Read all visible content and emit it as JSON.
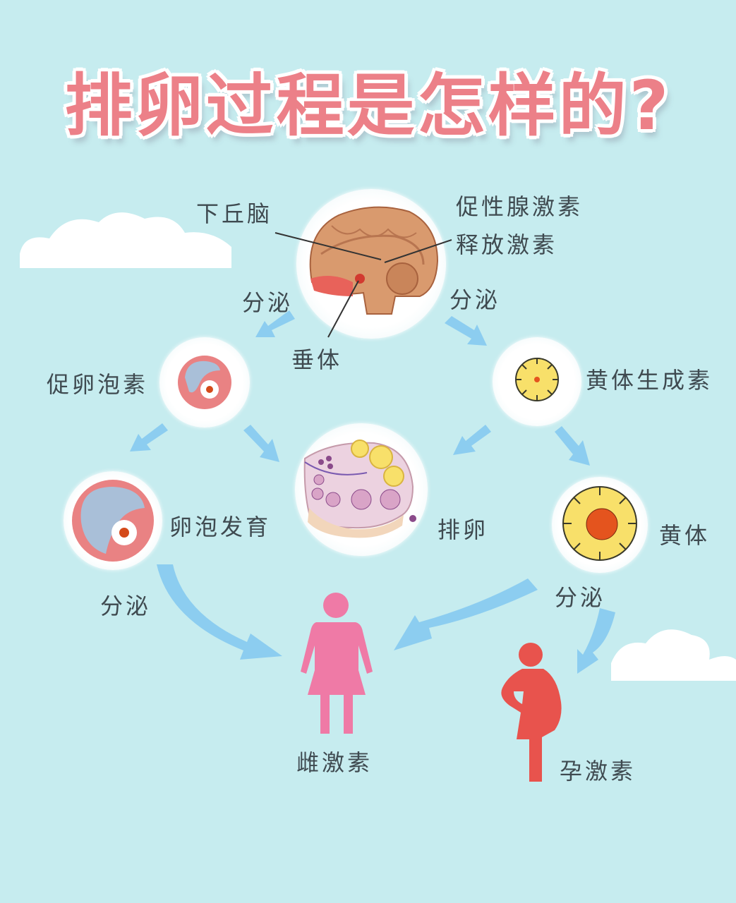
{
  "title": "排卵过程是怎样的?",
  "nodes": {
    "brain": {
      "label_hypothalamus": "下丘脑",
      "label_pituitary": "垂体",
      "label_gnrh_line1": "促性腺激素",
      "label_gnrh_line2": "释放激素"
    },
    "fsh": {
      "label": "促卵泡素"
    },
    "lh": {
      "label": "黄体生成素"
    },
    "follicle": {
      "label": "卵泡发育"
    },
    "ovulation": {
      "label": "排卵"
    },
    "corpus_luteum": {
      "label": "黄体"
    },
    "estrogen": {
      "label": "雌激素"
    },
    "progesterone": {
      "label": "孕激素"
    }
  },
  "edges": {
    "secrete_left": "分泌",
    "secrete_right": "分泌",
    "secrete_follicle": "分泌",
    "secrete_luteum": "分泌"
  },
  "colors": {
    "background": "#c6ecef",
    "title": "#ec8088",
    "arrow": "#8ccdf0",
    "text": "#3f4a50",
    "female_figure": "#ef7aa6",
    "pregnant_figure": "#e8534d",
    "follicle_ring": "#e98283",
    "follicle_fluid": "#a9bfd8",
    "luteum_yellow": "#f8e06a",
    "luteum_core": "#e4541e"
  }
}
